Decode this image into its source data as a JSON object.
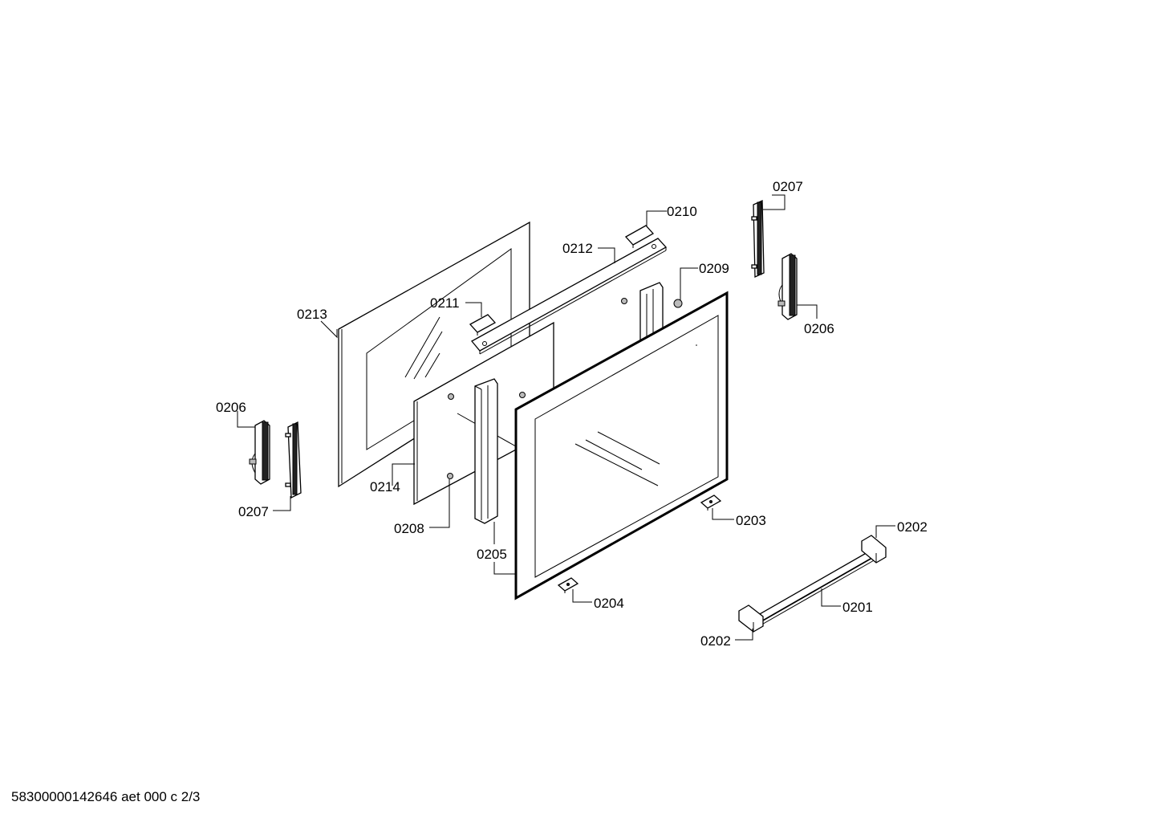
{
  "labels": {
    "l0201": "0201",
    "l0202a": "0202",
    "l0202b": "0202",
    "l0203": "0203",
    "l0204": "0204",
    "l0205": "0205",
    "l0206a": "0206",
    "l0206b": "0206",
    "l0207a": "0207",
    "l0207b": "0207",
    "l0208": "0208",
    "l0209": "0209",
    "l0210": "0210",
    "l0211": "0211",
    "l0212": "0212",
    "l0213": "0213",
    "l0214": "0214"
  },
  "footer": "58300000142646 aet 000 c 2/3"
}
